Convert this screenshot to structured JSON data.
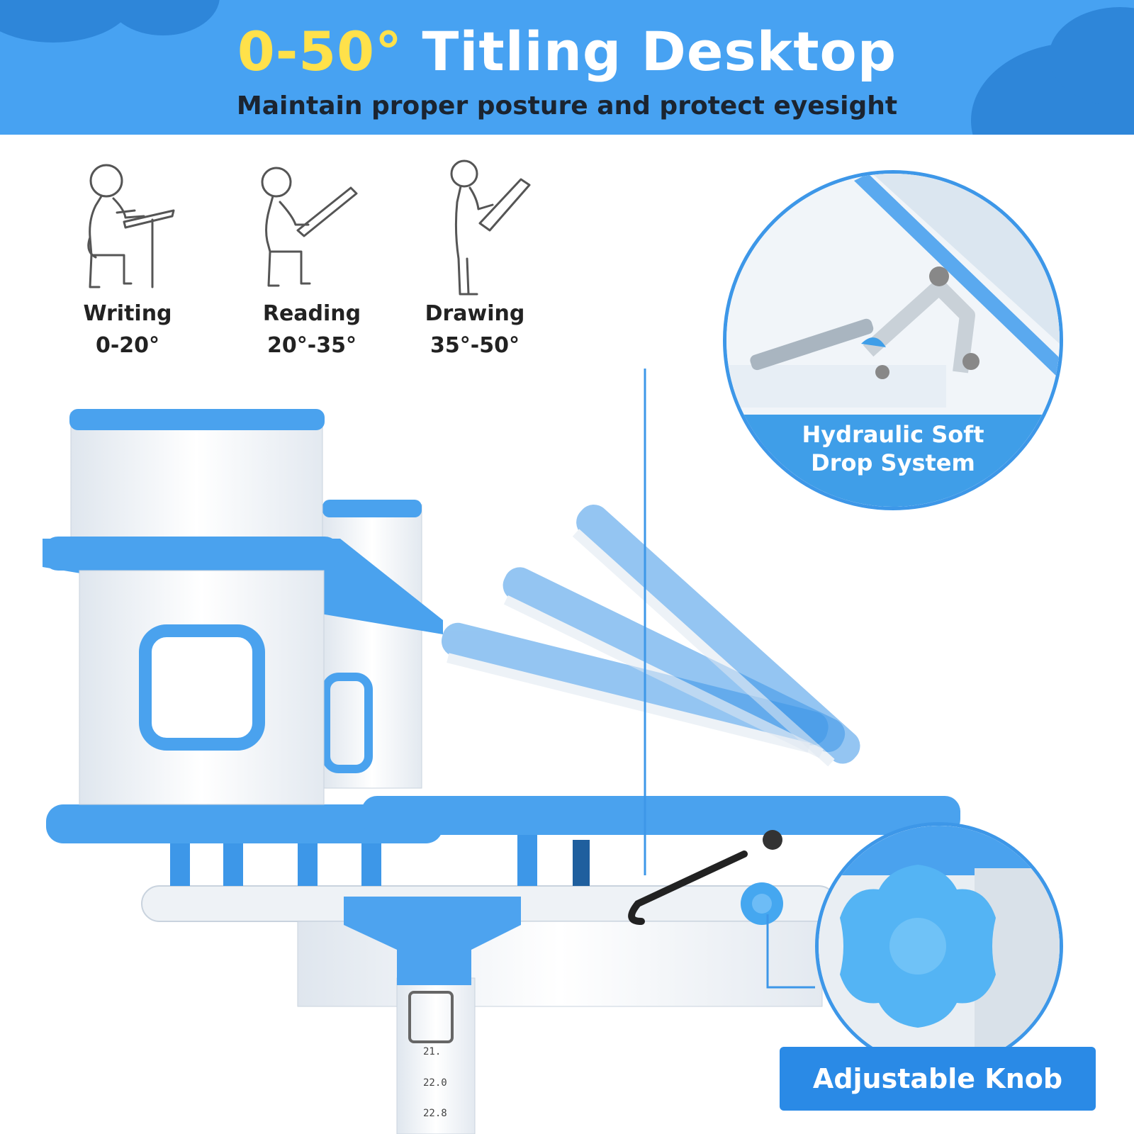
{
  "header": {
    "title_accent": "0-50°",
    "title_rest": "Titling Desktop",
    "subtitle": "Maintain proper posture and protect eyesight"
  },
  "postures": [
    {
      "label": "Writing",
      "range": "0-20°"
    },
    {
      "label": "Reading",
      "range": "20°-35°"
    },
    {
      "label": "Drawing",
      "range": "35°-50°"
    }
  ],
  "callouts": {
    "hydraulic": {
      "line1": "Hydraulic Soft",
      "line2": "Drop System"
    },
    "knob": {
      "label": "Adjustable Knob"
    }
  },
  "scale_marks": [
    "21.",
    "22.0",
    "22.8"
  ],
  "colors": {
    "banner": "#47a2f2",
    "accent_yellow": "#ffe14a",
    "desk_blue": "#3d97e8",
    "callout_blue": "#2a8ae6"
  }
}
